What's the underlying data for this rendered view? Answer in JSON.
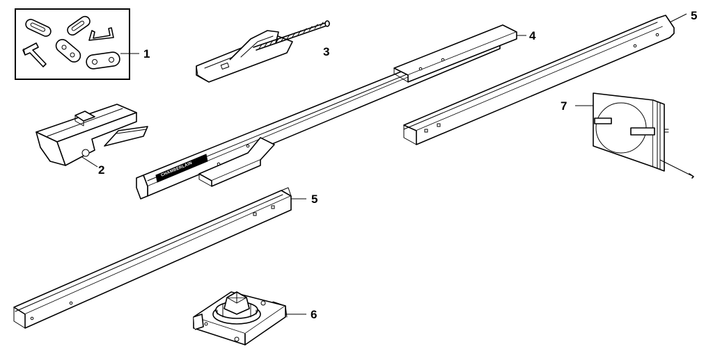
{
  "diagram": {
    "callouts": {
      "c1": "1",
      "c2": "2",
      "c3": "3",
      "c4": "4",
      "c5a": "5",
      "c5b": "5",
      "c6": "6",
      "c7": "7"
    },
    "rail_stamp": "CHAMBERLAIN"
  }
}
